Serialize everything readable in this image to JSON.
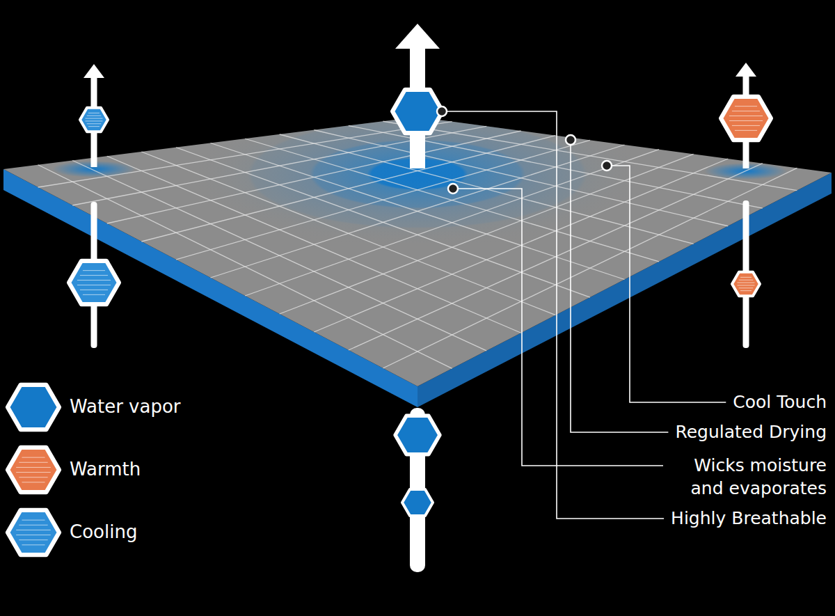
{
  "diagram": {
    "labels": [
      "Cool Touch",
      "Regulated Drying",
      "Wicks moisture and evaporates",
      "Highly Breathable"
    ],
    "legend": [
      {
        "text": "Water vapor",
        "color": "#1479c8"
      },
      {
        "text": "Warmth",
        "color": "#e8794a"
      },
      {
        "text": "Cooling",
        "color": "#2f8fd8"
      }
    ]
  }
}
